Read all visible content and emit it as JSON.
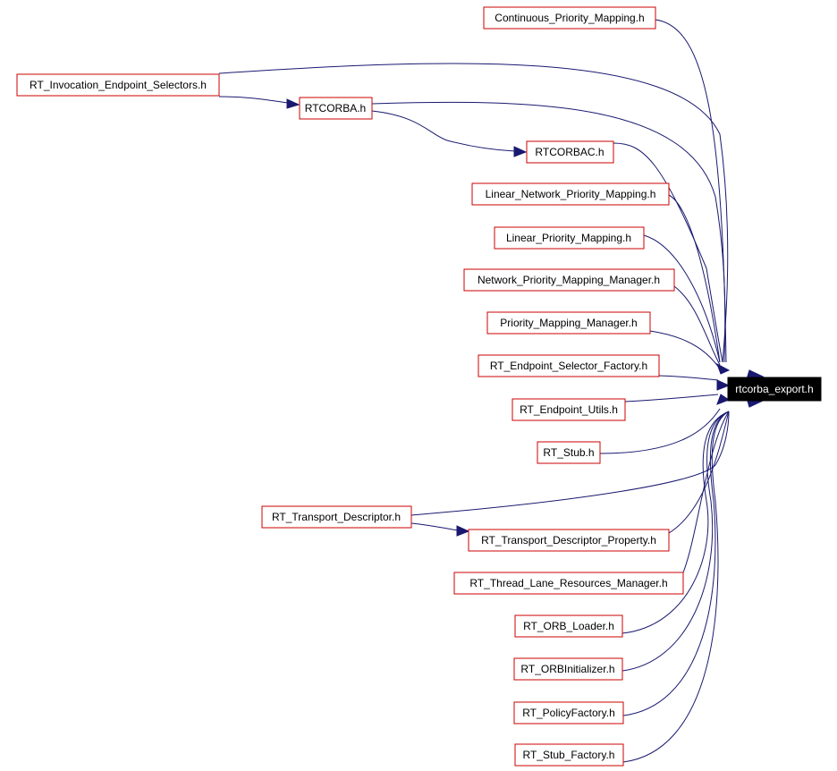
{
  "diagram": {
    "target": {
      "id": "rtcorba_export",
      "label": "rtcorba_export.h"
    },
    "nodes": [
      {
        "id": "continuous",
        "label": "Continuous_Priority_Mapping.h"
      },
      {
        "id": "invocation",
        "label": "RT_Invocation_Endpoint_Selectors.h"
      },
      {
        "id": "rtcorba",
        "label": "RTCORBA.h"
      },
      {
        "id": "rtcorbac",
        "label": "RTCORBAC.h"
      },
      {
        "id": "linear_network",
        "label": "Linear_Network_Priority_Mapping.h"
      },
      {
        "id": "linear",
        "label": "Linear_Priority_Mapping.h"
      },
      {
        "id": "network_mgr",
        "label": "Network_Priority_Mapping_Manager.h"
      },
      {
        "id": "priority_mgr",
        "label": "Priority_Mapping_Manager.h"
      },
      {
        "id": "endpoint_factory",
        "label": "RT_Endpoint_Selector_Factory.h"
      },
      {
        "id": "endpoint_utils",
        "label": "RT_Endpoint_Utils.h"
      },
      {
        "id": "stub",
        "label": "RT_Stub.h"
      },
      {
        "id": "transport_desc",
        "label": "RT_Transport_Descriptor.h"
      },
      {
        "id": "transport_prop",
        "label": "RT_Transport_Descriptor_Property.h"
      },
      {
        "id": "thread_lane",
        "label": "RT_Thread_Lane_Resources_Manager.h"
      },
      {
        "id": "orb_loader",
        "label": "RT_ORB_Loader.h"
      },
      {
        "id": "orb_init",
        "label": "RT_ORBInitializer.h"
      },
      {
        "id": "policy_factory",
        "label": "RT_PolicyFactory.h"
      },
      {
        "id": "stub_factory",
        "label": "RT_Stub_Factory.h"
      }
    ],
    "edges": [
      {
        "from": "continuous",
        "to": "rtcorba_export"
      },
      {
        "from": "invocation",
        "to": "rtcorba_export"
      },
      {
        "from": "invocation",
        "to": "rtcorba"
      },
      {
        "from": "rtcorba",
        "to": "rtcorba_export"
      },
      {
        "from": "rtcorba",
        "to": "rtcorbac"
      },
      {
        "from": "rtcorbac",
        "to": "rtcorba_export"
      },
      {
        "from": "linear_network",
        "to": "rtcorba_export"
      },
      {
        "from": "linear",
        "to": "rtcorba_export"
      },
      {
        "from": "network_mgr",
        "to": "rtcorba_export"
      },
      {
        "from": "priority_mgr",
        "to": "rtcorba_export"
      },
      {
        "from": "endpoint_factory",
        "to": "rtcorba_export"
      },
      {
        "from": "endpoint_utils",
        "to": "rtcorba_export"
      },
      {
        "from": "stub",
        "to": "rtcorba_export"
      },
      {
        "from": "transport_desc",
        "to": "rtcorba_export"
      },
      {
        "from": "transport_desc",
        "to": "transport_prop"
      },
      {
        "from": "transport_prop",
        "to": "rtcorba_export"
      },
      {
        "from": "thread_lane",
        "to": "rtcorba_export"
      },
      {
        "from": "orb_loader",
        "to": "rtcorba_export"
      },
      {
        "from": "orb_init",
        "to": "rtcorba_export"
      },
      {
        "from": "policy_factory",
        "to": "rtcorba_export"
      },
      {
        "from": "stub_factory",
        "to": "rtcorba_export"
      }
    ],
    "colors": {
      "node_border": "#cc0000",
      "edge": "#191970",
      "target_fill": "#000000",
      "target_text": "#ffffff"
    }
  }
}
